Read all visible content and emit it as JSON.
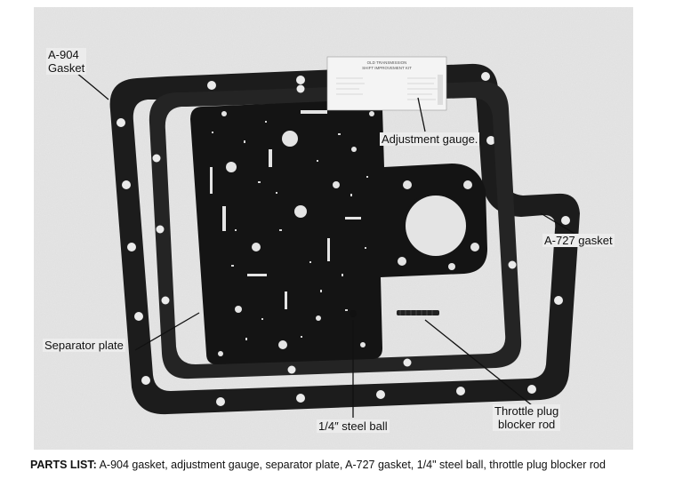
{
  "figure": {
    "labels": {
      "a904_gasket": "A-904\nGasket",
      "adjustment_gauge": "Adjustment gauge.",
      "a727_gasket": "A-727 gasket",
      "separator_plate": "Separator plate",
      "steel_ball": "1/4″ steel ball",
      "throttle_rod": "Throttle plug\nblocker rod"
    },
    "gauge_card_text": {
      "line1": "OLD TRANSMISSION",
      "line2": "SHIFT IMPROVEMENT KIT"
    }
  },
  "caption": {
    "heading": "PARTS LIST:",
    "text": " A-904 gasket, adjustment gauge, separator plate, A-727 gasket, 1/4\" steel ball, throttle plug blocker rod"
  }
}
